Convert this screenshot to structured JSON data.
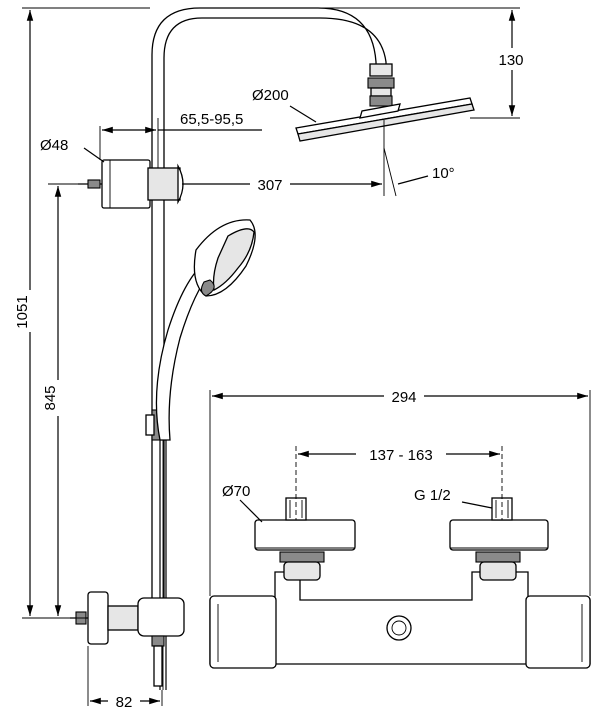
{
  "dimensions": {
    "total_height": "1051",
    "bar_height": "845",
    "head_drop": "130",
    "head_diameter": "Ø200",
    "bracket_range": "65,5-95,5",
    "wall_diameter": "Ø48",
    "head_projection": "307",
    "head_tilt": "10°",
    "wall_offset": "82",
    "valve_width": "294",
    "connection_centers": "137 - 163",
    "inlet_diameter": "Ø70",
    "thread_size": "G 1/2"
  }
}
